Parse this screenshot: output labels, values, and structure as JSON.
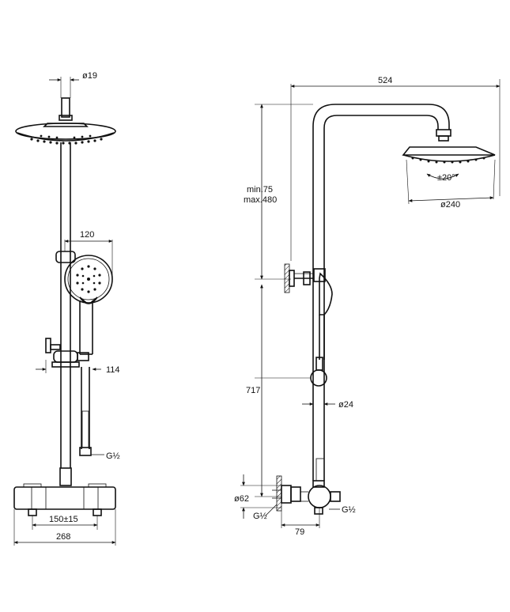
{
  "dimensions": {
    "outlet_diameter": "ø19",
    "hand_shower_width": "120",
    "holder_offset": "114",
    "thread_hand": "G½",
    "valve_spacing": "150±15",
    "valve_length": "268",
    "arm_reach": "524",
    "height_min": "min.75",
    "height_max": "max.480",
    "swivel_angle": "±20°",
    "head_diameter": "ø240",
    "pipe_diameter": "ø24",
    "lower_height": "717",
    "connector_diameter": "ø62",
    "thread_wall": "G½",
    "thread_side": "G½",
    "wall_offset": "79"
  },
  "colors": {
    "line": "#111111",
    "background": "#ffffff"
  }
}
